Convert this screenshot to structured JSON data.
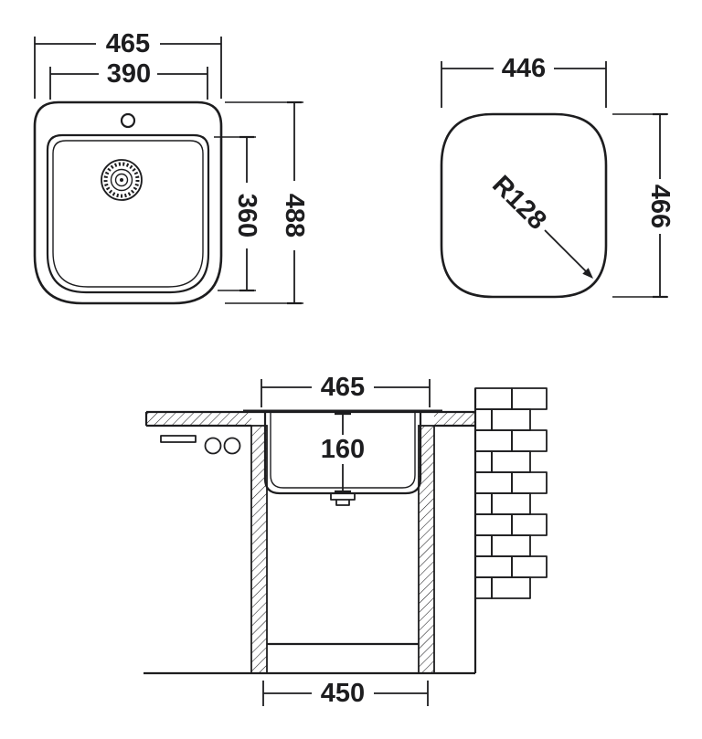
{
  "colors": {
    "line": "#1d1d1f",
    "background": "#ffffff"
  },
  "drawing": {
    "top_view": {
      "outer_width": "465",
      "basin_width": "390",
      "outer_depth": "488",
      "basin_depth": "360"
    },
    "cutout_view": {
      "width": "446",
      "depth": "466",
      "corner_radius": "R128"
    },
    "section_view": {
      "rim_width": "465",
      "bowl_depth": "160",
      "base_width": "450"
    }
  }
}
